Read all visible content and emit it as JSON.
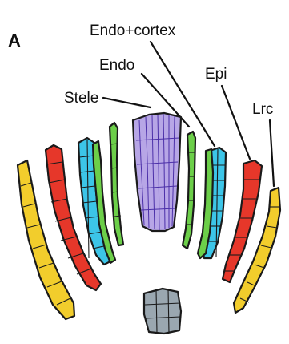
{
  "figure": {
    "panel_label": "A",
    "labels": {
      "endo_cortex": "Endo+cortex",
      "endo": "Endo",
      "epi": "Epi",
      "stele": "Stele",
      "lrc": "Lrc"
    },
    "colors": {
      "stele": "#b7a6e6",
      "stele_lines": "#4b2fa8",
      "endodermis": "#6ccf49",
      "cortex": "#3cc5e8",
      "epidermis": "#e6372a",
      "lateral_root_cap": "#f2cd2c",
      "columella": "#9aa7b0"
    }
  }
}
